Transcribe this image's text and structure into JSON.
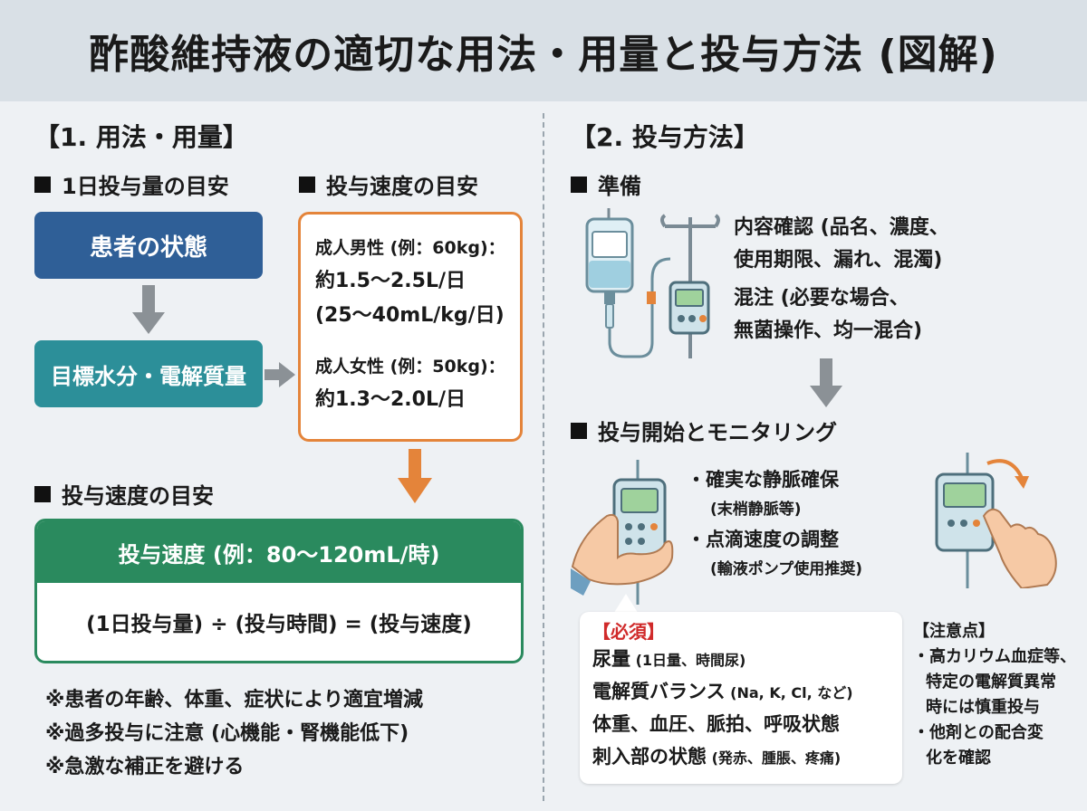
{
  "title": "酢酸維持液の適切な用法・用量と投与方法 (図解)",
  "left": {
    "section_title": "【1. 用法・用量】",
    "daily_heading": "1日投与量の目安",
    "speed_heading_top": "投与速度の目安",
    "box_state": "患者の状態",
    "box_target": "目標水分・電解質量",
    "male_label": "成人男性 (例：60kg)：",
    "male_value": "約1.5～2.5L/日",
    "male_perkg": "(25～40mL/kg/日)",
    "female_label": "成人女性 (例：50kg)：",
    "female_value": "約1.3～2.0L/日",
    "speed_heading_bottom": "投与速度の目安",
    "rate_head": "投与速度 (例：80～120mL/時)",
    "formula": "(1日投与量) ÷ (投与時間) = (投与速度)",
    "notes": [
      "※患者の年齢、体重、症状により適宜増減",
      "※過多投与に注意 (心機能・腎機能低下)",
      "※急激な補正を避ける"
    ]
  },
  "right": {
    "section_title": "【2. 投与方法】",
    "prep_heading": "準備",
    "prep_lines": [
      "内容確認 (品名、濃度、",
      "使用期限、漏れ、混濁)",
      "混注 (必要な場合、",
      "無菌操作、均一混合)"
    ],
    "monitor_heading": "投与開始とモニタリング",
    "monitor_items": [
      {
        "main": "確実な静脈確保",
        "sub": "(末梢静脈等)"
      },
      {
        "main": "点滴速度の調整",
        "sub": "(輸液ポンプ使用推奨)"
      }
    ],
    "must_title": "【必須】",
    "must_lines": [
      {
        "main": "尿量",
        "sub": " (1日量、時間尿)"
      },
      {
        "main": "電解質バランス",
        "sub": " (Na, K, Cl, など)"
      },
      {
        "main": "体重、血圧、脈拍、呼吸状態",
        "sub": ""
      },
      {
        "main": "刺入部の状態",
        "sub": " (発赤、腫脹、疼痛)"
      }
    ],
    "caution_title": "【注意点】",
    "caution_lines": [
      "・高カリウム血症等、",
      "特定の電解質異常",
      "時には慎重投与",
      "・他剤との配合変",
      "化を確認"
    ]
  },
  "colors": {
    "blue": "#2f5f97",
    "teal": "#2c8f99",
    "orange": "#e4843a",
    "green": "#2a8a5e",
    "red": "#d02a2a",
    "device": "#7fb3c4"
  },
  "icons": [
    "iv-bag-icon",
    "iv-stand-icon",
    "infusion-pump-icon",
    "hand-holding-pump-icon",
    "hand-adjusting-pump-icon"
  ]
}
